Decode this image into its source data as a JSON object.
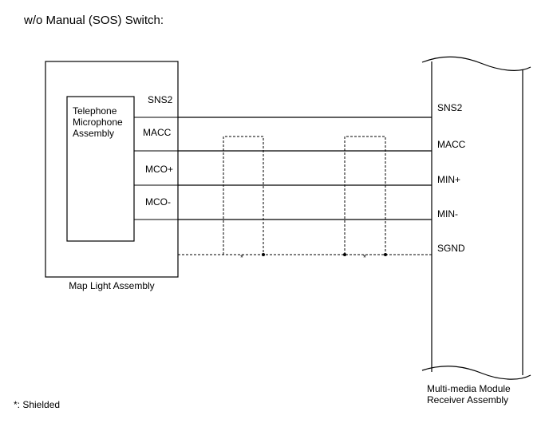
{
  "title": "w/o Manual (SOS) Switch:",
  "left_component": {
    "outer_label": "Map Light Assembly",
    "inner_label_lines": [
      "Telephone",
      "Microphone",
      "Assembly"
    ],
    "pins": [
      "SNS2",
      "MACC",
      "MCO+",
      "MCO-"
    ]
  },
  "right_component": {
    "label_lines": [
      "Multi-media Module",
      "Receiver Assembly"
    ],
    "pins": [
      "SNS2",
      "MACC",
      "MIN+",
      "MIN-",
      "SGND"
    ]
  },
  "shield_marks": [
    "*",
    "*"
  ],
  "footnote": "*: Shielded",
  "colors": {
    "line": "#000000",
    "background": "#ffffff"
  }
}
